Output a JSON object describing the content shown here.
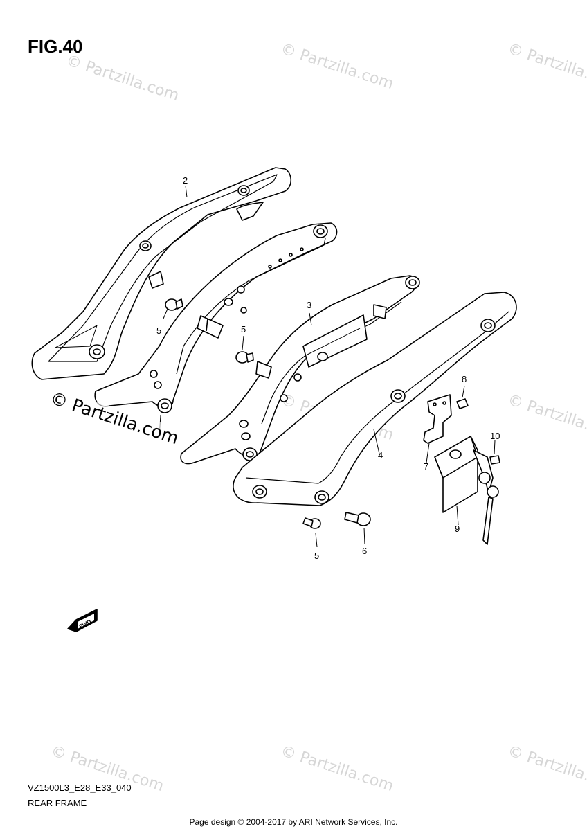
{
  "figure": {
    "title": "FIG.40",
    "model_code": "VZ1500L3_E28_E33_040",
    "section_name": "REAR FRAME"
  },
  "watermark": {
    "text": "© Partzilla.com",
    "color": "#d6d6d6"
  },
  "callouts": [
    "2",
    "3",
    "5",
    "5",
    "5",
    "6",
    "4",
    "7",
    "8",
    "9",
    "10"
  ],
  "fwd_badge": "FWD",
  "footer": "Page design © 2004-2017 by ARI Network Services, Inc."
}
